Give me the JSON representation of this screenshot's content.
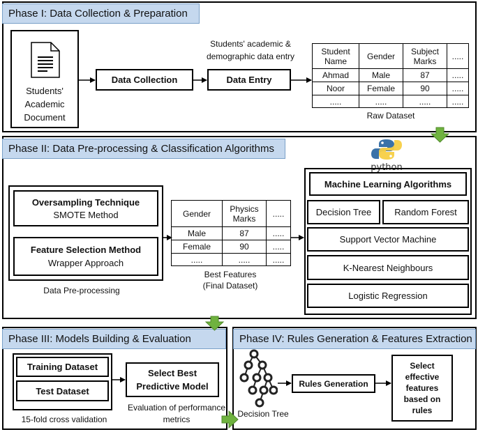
{
  "phase1": {
    "title": "Phase I: Data Collection & Preparation",
    "doc_label": [
      "Students'",
      "Academic",
      "Document"
    ],
    "data_collection": "Data Collection",
    "entry_caption": [
      "Students' academic &",
      "demographic data entry"
    ],
    "data_entry": "Data Entry",
    "raw_table": {
      "header": [
        "Student Name",
        "Gender",
        "Subject Marks",
        "....."
      ],
      "rows": [
        [
          "Ahmad",
          "Male",
          "87",
          "....."
        ],
        [
          "Noor",
          "Female",
          "90",
          "....."
        ],
        [
          ".....",
          ".....",
          ".....",
          "....."
        ]
      ]
    },
    "raw_caption": "Raw Dataset"
  },
  "phase2": {
    "title": "Phase II: Data Pre-processing & Classification Algorithms",
    "python_logo": "python",
    "oversampling_title": "Oversampling Technique",
    "oversampling_method": "SMOTE Method",
    "feature_title": "Feature Selection Method",
    "feature_method": "Wrapper Approach",
    "preproc_caption": "Data Pre-processing",
    "best_table": {
      "header": [
        "Gender",
        "Physics Marks",
        "....."
      ],
      "rows": [
        [
          "Male",
          "87",
          "....."
        ],
        [
          "Female",
          "90",
          "....."
        ],
        [
          ".....",
          ".....",
          "....."
        ]
      ]
    },
    "best_caption": [
      "Best Features",
      "(Final Dataset)"
    ],
    "ml_title": "Machine Learning Algorithms",
    "algorithms": [
      "Decision Tree",
      "Random Forest",
      "Support Vector Machine",
      "K-Nearest Neighbours",
      "Logistic Regression"
    ]
  },
  "phase3": {
    "title": "Phase III: Models Building & Evaluation",
    "training": "Training Dataset",
    "test": "Test Dataset",
    "select_model": [
      "Select Best",
      "Predictive Model"
    ],
    "cv_caption": "15-fold cross validation",
    "eval_caption": [
      "Evaluation of performance",
      "metrics"
    ]
  },
  "phase4": {
    "title": "Phase IV: Rules Generation & Features Extraction",
    "tree_caption": "Decision Tree",
    "rules": "Rules Generation",
    "select_features": [
      "Select",
      "effective",
      "features",
      "based on",
      "rules"
    ]
  },
  "colors": {
    "title_bg": "#c5d8ee",
    "arrow_green": "#6fb23f"
  }
}
